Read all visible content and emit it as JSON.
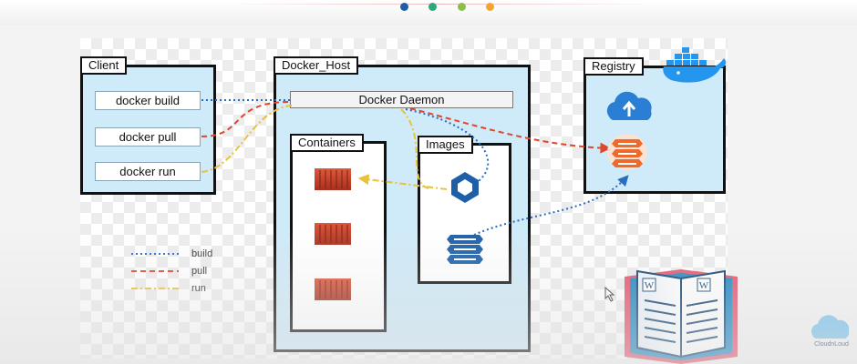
{
  "header": {
    "dots": [
      "#1f5fa8",
      "#2ea87a",
      "#8bbf4a",
      "#f2a530"
    ]
  },
  "client": {
    "title": "Client",
    "commands": [
      "docker build",
      "docker pull",
      "docker run"
    ]
  },
  "docker_host": {
    "title": "Docker_Host",
    "daemon": "Docker Daemon",
    "containers_title": "Containers",
    "images_title": "Images"
  },
  "registry": {
    "title": "Registry"
  },
  "legend": {
    "items": [
      {
        "label": "build",
        "color": "#2a6cc0",
        "style": "dotted"
      },
      {
        "label": "pull",
        "color": "#e0462a",
        "style": "dashed"
      },
      {
        "label": "run",
        "color": "#e8c23a",
        "style": "dash-dot"
      }
    ]
  },
  "colors": {
    "box_fill": "#cfeaf8",
    "container_red": "#c9432c",
    "image_blue": "#1f5fa8",
    "stack_orange": "#ee6a2c"
  },
  "icons": [
    "docker-whale-icon",
    "cloud-upload-icon",
    "registry-stack-icon",
    "container-icon",
    "image-hexagon-icon",
    "image-stack-icon",
    "book-icon",
    "cursor-icon",
    "cloud-logo-icon"
  ],
  "watermark": "CloudnLoud"
}
